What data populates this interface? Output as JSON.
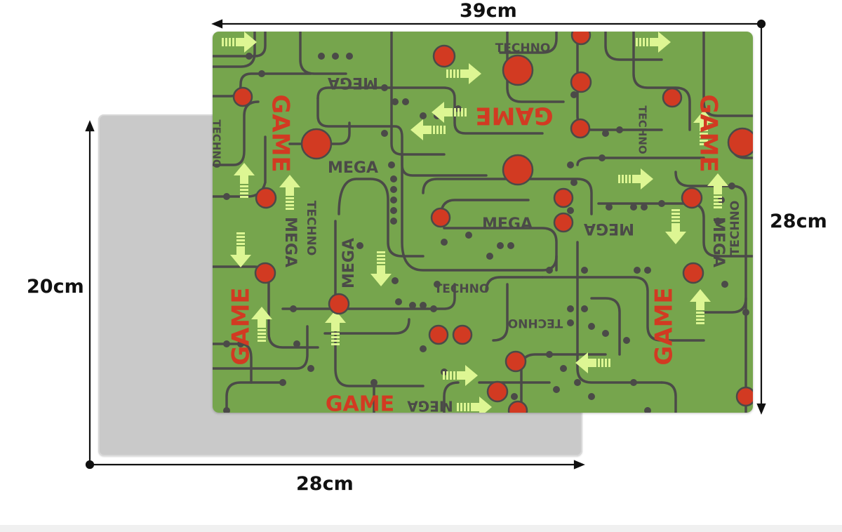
{
  "dimensions": {
    "top_width": "39cm",
    "right_height": "28cm",
    "left_height": "20cm",
    "bottom_width": "28cm"
  },
  "pattern_words": {
    "game": "GAME",
    "mega": "MEGA",
    "techno": "TECHNO"
  },
  "colors": {
    "board_green": "#76a54d",
    "track_dark": "#4b4a48",
    "node_red": "#d23a22",
    "arrow_lime": "#ddf693",
    "gray_board": "#c9c9c9",
    "dimension_line": "#111111"
  },
  "icons": {
    "arrow": "arrow-icon",
    "node": "circle-node-icon"
  }
}
